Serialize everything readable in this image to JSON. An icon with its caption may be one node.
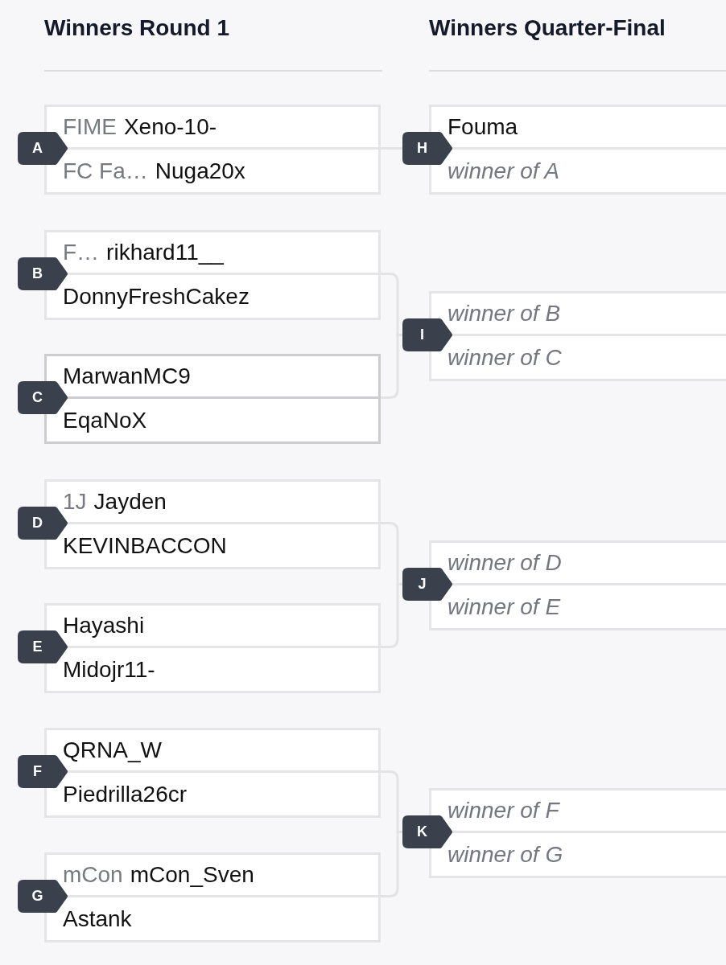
{
  "diagram": {
    "nodes": [
      {
        "text": [
          "A"
        ]
      },
      {
        "text": [
          "FIME",
          "Xeno-10-"
        ],
        "in": 0
      },
      {
        "text": [
          "FC Fa…",
          "Nuga20x"
        ],
        "in": 0
      },
      {
        "text": [
          "B"
        ]
      },
      {
        "text": [
          "F…",
          "rikhard11__"
        ],
        "in": 3
      },
      {
        "text": [
          "DonnyFreshCakez"
        ],
        "in": 3
      },
      {
        "text": [
          "C"
        ]
      },
      {
        "text": [
          "MarwanMC9"
        ],
        "in": 6
      },
      {
        "text": [
          "EqaNoX"
        ],
        "in": 6
      },
      {
        "text": [
          "D"
        ]
      },
      {
        "text": [
          "1J",
          "Jayden"
        ],
        "in": 9
      },
      {
        "text": [
          "KEVINBACCON"
        ],
        "in": 9
      },
      {
        "text": [
          "E"
        ]
      },
      {
        "text": [
          "Hayashi"
        ],
        "in": 12
      },
      {
        "text": [
          "Midojr11-"
        ],
        "in": 12
      },
      {
        "text": [
          "F"
        ]
      },
      {
        "text": [
          "QRNA_W"
        ],
        "in": 15
      },
      {
        "text": [
          "Piedrilla26cr"
        ],
        "in": 15
      },
      {
        "text": [
          "G"
        ]
      },
      {
        "text": [
          "mCon",
          "mCon_Sven"
        ],
        "in": 18
      },
      {
        "text": [
          "Astank"
        ],
        "in": 18
      },
      {
        "text": [
          "H"
        ]
      },
      {
        "text": [
          "Fouma"
        ],
        "in": 21
      },
      {
        "text": [
          "winner of A"
        ],
        "in": 21
      },
      {
        "text": [
          "I"
        ]
      },
      {
        "text": [
          "winner of B"
        ],
        "in": 24
      },
      {
        "text": [
          "winner of C"
        ],
        "in": 24
      },
      {
        "text": [
          "J"
        ]
      },
      {
        "text": [
          "winner of D"
        ],
        "in": 27
      },
      {
        "text": [
          "winner of E"
        ],
        "in": 27
      },
      {
        "text": [
          "K"
        ]
      },
      {
        "text": [
          "winner of F"
        ],
        "in": 30
      },
      {
        "text": [
          "winner of G"
        ],
        "in": 30
      }
    ],
    "edges": [
      {
        "from": 0,
        "to": 21,
        "arrow": "none"
      },
      {
        "from": 3,
        "to": 24,
        "arrow": "none"
      },
      {
        "from": 6,
        "to": 24,
        "arrow": "none"
      },
      {
        "from": 9,
        "to": 27,
        "arrow": "none"
      },
      {
        "from": 12,
        "to": 27,
        "arrow": "none"
      },
      {
        "from": 15,
        "to": 30,
        "arrow": "none"
      },
      {
        "from": 18,
        "to": 30,
        "arrow": "none"
      }
    ],
    "labels": [
      "Winners Round 1",
      "Winners Quarter-Final"
    ]
  }
}
